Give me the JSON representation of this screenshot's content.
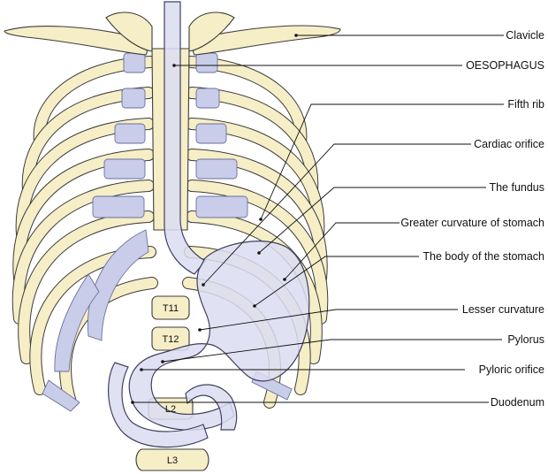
{
  "diagram": {
    "labels": {
      "clavicle": "Clavicle",
      "oesophagus": "OESOPHAGUS",
      "fifth_rib": "Fifth rib",
      "cardiac_orifice": "Cardiac orifice",
      "fundus": "The fundus",
      "greater_curvature": "Greater curvature of stomach",
      "body_of_stomach": "The body of the stomach",
      "lesser_curvature": "Lesser curvature",
      "pylorus": "Pylorus",
      "pyloric_orifice": "Pyloric orifice",
      "duodenum": "Duodenum"
    },
    "vertebrae": {
      "t11": "T11",
      "t12": "T12",
      "l2": "L2",
      "l3": "L3"
    }
  },
  "colors": {
    "bone": "#f6eec6",
    "cartilage": "#c9cdea",
    "organ": "#dcdcf2",
    "outline": "#3c3c3c"
  }
}
